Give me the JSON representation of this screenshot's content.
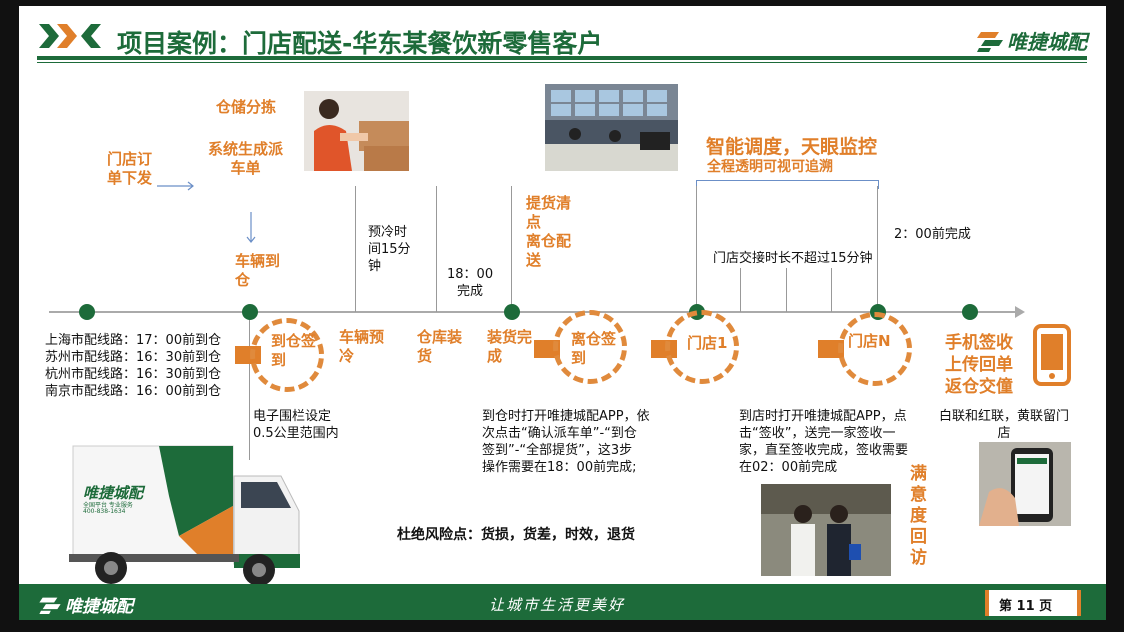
{
  "header": {
    "title": "项目案例：门店配送-华东某餐饮新零售客户",
    "brand": "唯捷城配"
  },
  "steps": {
    "order": "门店订\n单下发",
    "sort": "仓储分拣",
    "dispatch": "系统生成派\n车单",
    "vehicle_arrive": "车辆到\n仓",
    "pickup": "提货清\n点\n离仓配\n送",
    "smart": "智能调度，天眼监控",
    "smart_sub": "全程透明可视可追溯",
    "precool": "预冷时\n间15分\n钟",
    "finish18": "18：00\n完成",
    "handover": "门店交接时长不超过15分钟",
    "finish2": "2：00前完成"
  },
  "bottom_labels": {
    "routes": [
      "上海市配线路：17：00前到仓",
      "苏州市配线路：16：30前到仓",
      "杭州市配线路：16：30前到仓",
      "南京市配线路：16：00前到仓"
    ],
    "checkin": "到仓签\n到",
    "precool_v": "车辆预\n冷",
    "load": "仓库装\n货",
    "load_done": "装货完\n成",
    "leave": "离仓签\n到",
    "store1": "门店1",
    "storeN": "门店N",
    "fence": "电子围栏设定\n0.5公里范围内",
    "app_wh": "到仓时打开唯捷城配APP，依\n次点击“确认派车单”-“到仓\n签到”-“全部提货”，这3步\n操作需要在18：00前完成;",
    "app_store": "到店时打开唯捷城配APP，点\n击“签收”，送完一家签收一\n家，直至签收完成，签收需要\n在02：00前完成",
    "mobile": "手机签收\n上传回单\n返仓交僮",
    "receipts": "白联和红联，黄联留门\n店",
    "satisfaction": "满\n意\n度\n回\n访",
    "risk": "杜绝风险点：货损，货差，时效，退货"
  },
  "truck": {
    "brand": "唯捷城配",
    "slogan": "全国平台 专业服务",
    "phone": "400-838-1634"
  },
  "footer": {
    "brand": "唯捷城配",
    "slogan": "让城市生活更美好",
    "page": "第 11 页"
  },
  "colors": {
    "green": "#1d6b3a",
    "orange": "#e07f2a"
  }
}
